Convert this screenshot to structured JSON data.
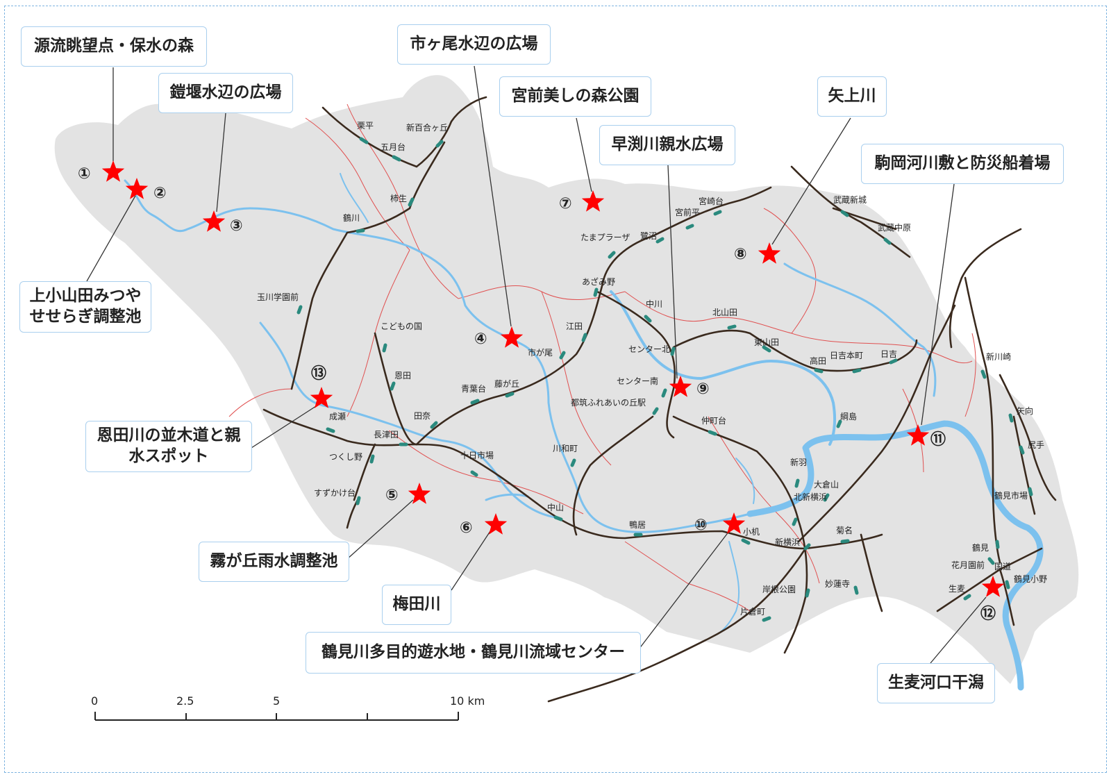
{
  "colors": {
    "basin": "#e3e3e3",
    "river": "#7cc1ee",
    "rail": "#3a2a1e",
    "station": "#2a8a7e",
    "boundary": "#e05050",
    "star": "#ff0000",
    "callout_border": "#a9cfee"
  },
  "callouts": [
    {
      "id": "c1",
      "label": "源流眺望点・保水の森"
    },
    {
      "id": "c2",
      "label": "鎧堰水辺の広場"
    },
    {
      "id": "c3",
      "label": "上小山田みつやせせらぎ調整池"
    },
    {
      "id": "c4",
      "label": "市ヶ尾水辺の広場"
    },
    {
      "id": "c5",
      "label": "宮前美しの森公園"
    },
    {
      "id": "c6",
      "label": "早渕川親水広場"
    },
    {
      "id": "c7",
      "label": "矢上川"
    },
    {
      "id": "c8",
      "label": "駒岡河川敷と防災船着場"
    },
    {
      "id": "c9",
      "label": "恩田川の並木道と親水スポット"
    },
    {
      "id": "c10",
      "label": "霧が丘雨水調整池"
    },
    {
      "id": "c11",
      "label": "梅田川"
    },
    {
      "id": "c12",
      "label": "鶴見川多目的遊水地・鶴見川流域センター"
    },
    {
      "id": "c13",
      "label": "生麦河口干潟"
    }
  ],
  "markers": [
    "①",
    "②",
    "③",
    "④",
    "⑤",
    "⑥",
    "⑦",
    "⑧",
    "⑨",
    "⑩",
    "⑪",
    "⑫",
    "⑬"
  ],
  "stations": [
    "栗平",
    "新百合ヶ丘",
    "五月台",
    "柿生",
    "鶴川",
    "玉川学園前",
    "こどもの国",
    "恩田",
    "成瀬",
    "長津田",
    "田奈",
    "つくし野",
    "すずかけ台",
    "青葉台",
    "藤が丘",
    "市が尾",
    "江田",
    "あざみ野",
    "たまプラーザ",
    "鷺沼",
    "宮前平",
    "宮崎台",
    "中川",
    "センター北",
    "センター南",
    "都筑ふれあいの丘駅",
    "十日市場",
    "川和町",
    "中山",
    "鴨居",
    "仲町台",
    "北山田",
    "東山田",
    "高田",
    "日吉本町",
    "日吉",
    "綱島",
    "新羽",
    "大倉山",
    "北新横浜",
    "新横浜",
    "小机",
    "菊名",
    "妙蓮寺",
    "岸根公園",
    "片倉町",
    "武蔵新城",
    "武蔵中原",
    "新川崎",
    "矢向",
    "尻手",
    "鶴見市場",
    "鶴見",
    "花月園前",
    "国道",
    "鶴見小野",
    "生麦"
  ],
  "scale_bar": {
    "ticks": [
      "0",
      "2.5",
      "5",
      "10 km"
    ]
  }
}
